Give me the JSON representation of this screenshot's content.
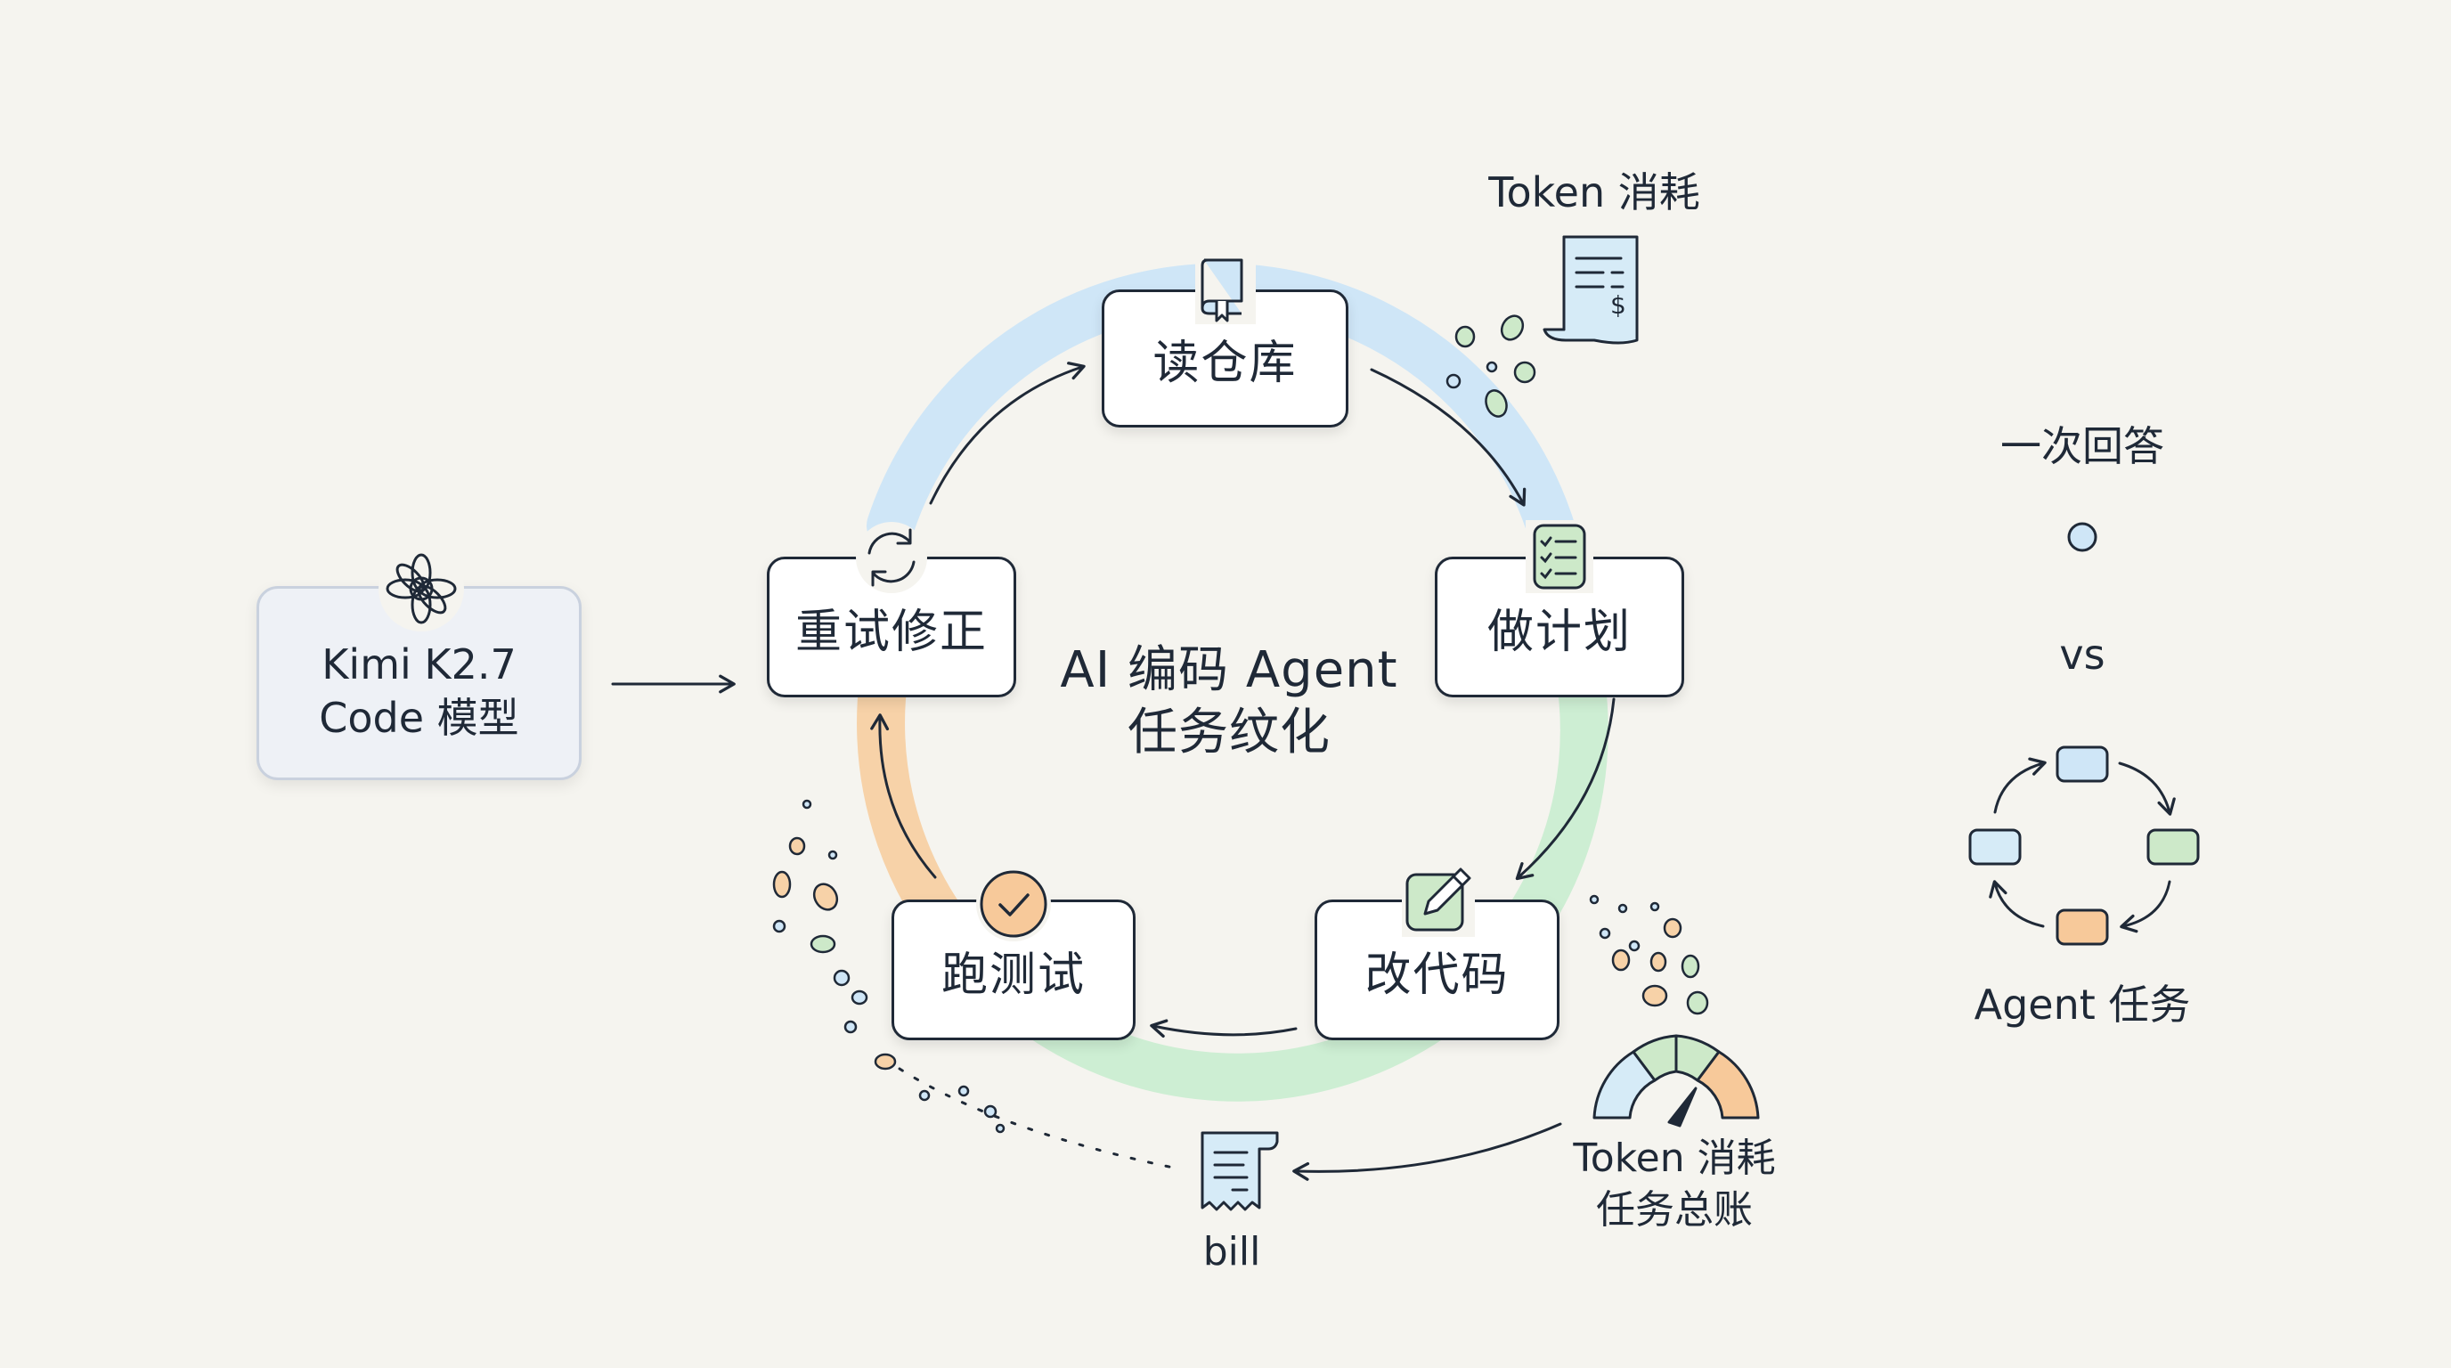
{
  "input_model": {
    "line1": "Kimi K2.7",
    "line2": "Code 模型"
  },
  "loop": {
    "title_line1": "AI 编码 Agent",
    "title_line2": "任务纹化",
    "steps": [
      {
        "label": "读仓库",
        "icon": "book-icon"
      },
      {
        "label": "做计划",
        "icon": "checklist-icon"
      },
      {
        "label": "改代码",
        "icon": "edit-icon"
      },
      {
        "label": "跑测试",
        "icon": "check-icon"
      },
      {
        "label": "重试修正",
        "icon": "refresh-icon"
      }
    ],
    "arc_colors": {
      "blue": "#cfe6f7",
      "green": "#cdeed3",
      "orange": "#f7d2a8"
    }
  },
  "token_top": {
    "label": "Token 消耗",
    "icon": "receipt-icon"
  },
  "token_total": {
    "line1": "Token 消耗",
    "line2": "任务总账",
    "icon": "gauge-icon"
  },
  "bill": {
    "label": "bill",
    "icon": "bill-icon"
  },
  "comparison": {
    "single_label": "一次回答",
    "vs_label": "vs",
    "agent_label": "Agent 任务"
  }
}
